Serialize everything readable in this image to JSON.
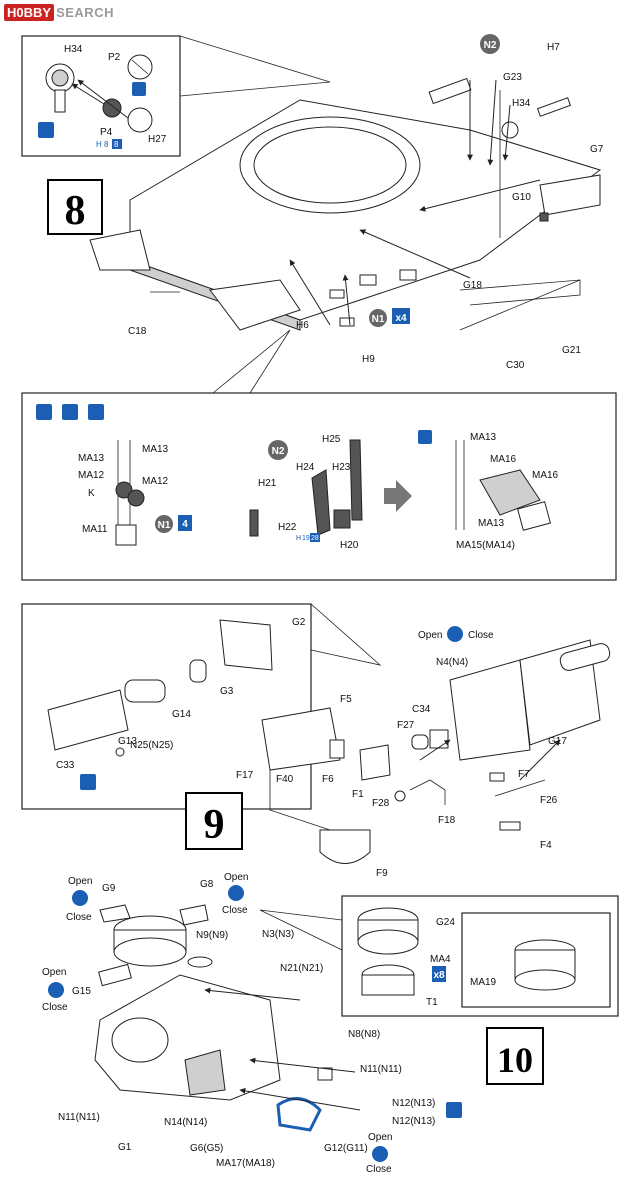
{
  "watermark": {
    "logo_text": "H0BBY SEARCH",
    "part1": "H0BBY",
    "part2": "SEARCH"
  },
  "steps": {
    "s8": "8",
    "s9": "9",
    "s10": "10"
  },
  "step8": {
    "inset_labels": [
      "H34",
      "P2",
      "P4",
      "H27",
      "H",
      "8",
      "8"
    ],
    "parts": [
      "N2",
      "H7",
      "G23",
      "H34",
      "G7",
      "G10",
      "C18",
      "H6",
      "H9",
      "N1",
      "x4",
      "G18",
      "G21",
      "C30"
    ]
  },
  "step8_sub": {
    "left": [
      "MA13",
      "MA13",
      "MA12",
      "MA12",
      "K",
      "MA11",
      "N1",
      "4"
    ],
    "mid": [
      "N2",
      "H25",
      "H24",
      "H23",
      "H21",
      "H22",
      "H",
      "19",
      "28",
      "H20"
    ],
    "right": [
      "MA13",
      "MA16",
      "MA16",
      "MA13",
      "MA15(MA14)"
    ]
  },
  "step9": {
    "inset": [
      "G2",
      "G3",
      "G14",
      "G13",
      "N25(N25)",
      "C33"
    ],
    "open_close": {
      "open": "Open",
      "close": "Close"
    },
    "parts": [
      "N4(N4)",
      "C34",
      "F27",
      "G17",
      "F5",
      "F17",
      "F40",
      "F6",
      "F1",
      "F28",
      "F18",
      "F9",
      "F7",
      "F26",
      "F4"
    ]
  },
  "step10": {
    "parts": [
      "G9",
      "G8",
      "N9(N9)",
      "N3(N3)",
      "N21(N21)",
      "G15",
      "N8(N8)",
      "N11(N11)",
      "N11(N11)",
      "N14(N14)",
      "G1",
      "G6(G5)",
      "MA17(MA18)",
      "G12(G11)",
      "N12(N13)",
      "N12(N13)"
    ],
    "inset": [
      "G24",
      "MA4",
      "x8",
      "T1",
      "MA19"
    ],
    "open": "Open",
    "close": "Close"
  }
}
